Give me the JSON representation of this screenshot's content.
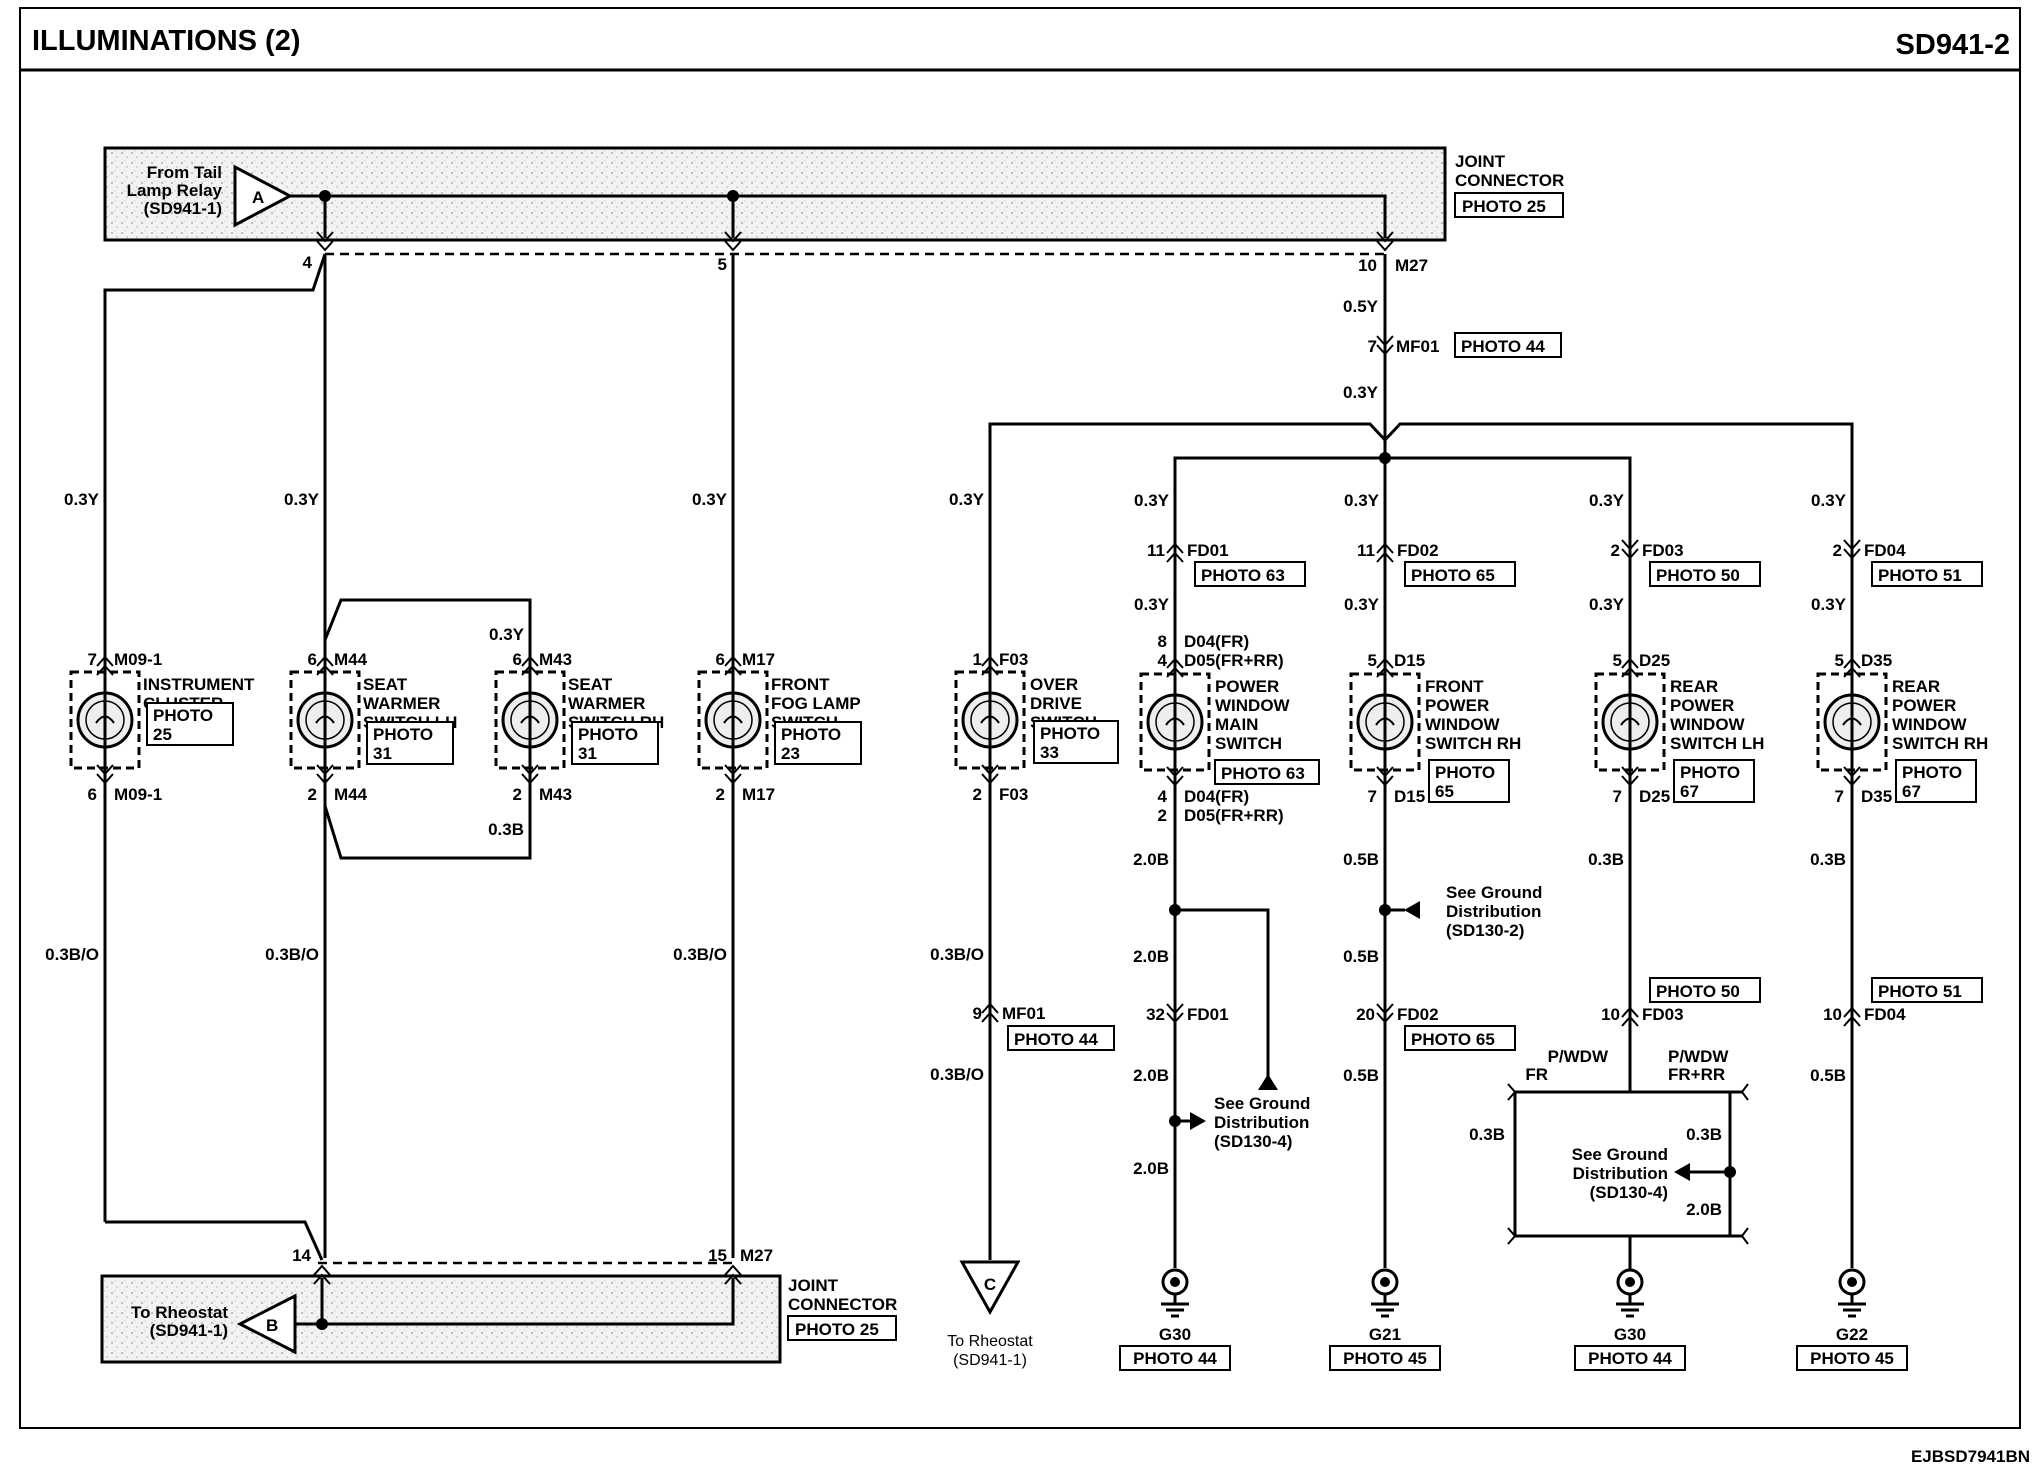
{
  "header": {
    "title": "ILLUMINATIONS (2)",
    "code": "SD941-2"
  },
  "footer": {
    "image_code": "EJBSD7941BN"
  },
  "top_bar": {
    "source_lines": [
      "From Tail",
      "Lamp Relay",
      "(SD941-1)"
    ],
    "connector_letter": "A",
    "joint_lines": [
      "JOINT",
      "CONNECTOR"
    ],
    "photo": "PHOTO 25",
    "pin_left": "4",
    "pin_mid": "5",
    "pin_right": "10",
    "connector_id": "M27"
  },
  "bottom_bar": {
    "dest_lines": [
      "To Rheostat",
      "(SD941-1)"
    ],
    "connector_letter": "B",
    "joint_lines": [
      "JOINT",
      "CONNECTOR"
    ],
    "photo": "PHOTO 25",
    "pin_left": "14",
    "pin_right": "15",
    "connector_id": "M27"
  },
  "trunk": {
    "wire_1": "0.5Y",
    "mf01_pin": "7",
    "mf01_id": "MF01",
    "mf01_photo": "PHOTO 44",
    "wire_2": "0.3Y"
  },
  "left_components": [
    {
      "name_lines": [
        "INSTRUMENT",
        "CLUSTER"
      ],
      "photo_lines": [
        "PHOTO",
        "25"
      ],
      "in_pin": "7",
      "in_conn": "M09-1",
      "out_pin": "6",
      "out_conn": "M09-1",
      "wire_in": "0.3Y",
      "wire_out": "0.3B/O"
    },
    {
      "name_lines": [
        "SEAT",
        "WARMER",
        "SWITCH LH"
      ],
      "photo_lines": [
        "PHOTO",
        "31"
      ],
      "in_pin": "6",
      "in_conn": "M44",
      "out_pin": "2",
      "out_conn": "M44",
      "wire_in": "0.3Y",
      "wire_out": "0.3B/O"
    },
    {
      "name_lines": [
        "SEAT",
        "WARMER",
        "SWITCH RH"
      ],
      "photo_lines": [
        "PHOTO",
        "31"
      ],
      "in_pin": "6",
      "in_conn": "M43",
      "out_pin": "2",
      "out_conn": "M43",
      "wire_in": "0.3Y",
      "wire_out": "0.3B"
    },
    {
      "name_lines": [
        "FRONT",
        "FOG LAMP",
        "SWITCH"
      ],
      "photo_lines": [
        "PHOTO",
        "23"
      ],
      "in_pin": "6",
      "in_conn": "M17",
      "out_pin": "2",
      "out_conn": "M17",
      "wire_in": "0.3Y",
      "wire_out": "0.3B/O"
    }
  ],
  "overdrive": {
    "name_lines": [
      "OVER",
      "DRIVE",
      "SWITCH"
    ],
    "photo_lines": [
      "PHOTO",
      "33"
    ],
    "wire_in": "0.3Y",
    "in_pin": "1",
    "in_conn": "F03",
    "out_pin": "2",
    "out_conn": "F03",
    "wire_out_1": "0.3B/O",
    "mf_pin": "9",
    "mf_id": "MF01",
    "mf_photo": "PHOTO 44",
    "wire_out_2": "0.3B/O",
    "dest_letter": "C",
    "dest_lines": [
      "To Rheostat",
      "(SD941-1)"
    ]
  },
  "door_components": [
    {
      "wire_a": "0.3Y",
      "fd_pin": "11",
      "fd_id": "FD01",
      "fd_photo": "PHOTO 63",
      "wire_b": "0.3Y",
      "in_pins": [
        "8",
        "4"
      ],
      "in_conns": [
        "D04(FR)",
        "D05(FR+RR)"
      ],
      "name_lines": [
        "POWER",
        "WINDOW",
        "MAIN",
        "SWITCH"
      ],
      "photo_lines": [
        "PHOTO 63"
      ],
      "out_pins": [
        "4",
        "2"
      ],
      "out_conns": [
        "D04(FR)",
        "D05(FR+RR)"
      ],
      "wire_c": "2.0B",
      "wire_d": "2.0B",
      "fd2_pin": "32",
      "fd2_id": "FD01",
      "fd2_photo": "",
      "wire_e": "2.0B",
      "wire_f": "2.0B",
      "ground": "G30",
      "ground_photo": "PHOTO 44"
    },
    {
      "wire_a": "0.3Y",
      "fd_pin": "11",
      "fd_id": "FD02",
      "fd_photo": "PHOTO 65",
      "wire_b": "0.3Y",
      "in_pins": [
        "5"
      ],
      "in_conns": [
        "D15"
      ],
      "name_lines": [
        "FRONT",
        "POWER",
        "WINDOW",
        "SWITCH RH"
      ],
      "photo_lines": [
        "PHOTO",
        "65"
      ],
      "out_pins": [
        "7"
      ],
      "out_conns": [
        "D15"
      ],
      "wire_c": "0.5B",
      "wire_d": "0.5B",
      "fd2_pin": "20",
      "fd2_id": "FD02",
      "fd2_photo": "PHOTO 65",
      "wire_e": "0.5B",
      "wire_f": "",
      "ground": "G21",
      "ground_photo": "PHOTO 45"
    },
    {
      "wire_a": "0.3Y",
      "fd_pin": "2",
      "fd_id": "FD03",
      "fd_photo": "PHOTO 50",
      "wire_b": "0.3Y",
      "in_pins": [
        "5"
      ],
      "in_conns": [
        "D25"
      ],
      "name_lines": [
        "REAR",
        "POWER",
        "WINDOW",
        "SWITCH LH"
      ],
      "photo_lines": [
        "PHOTO",
        "67"
      ],
      "out_pins": [
        "7"
      ],
      "out_conns": [
        "D25"
      ],
      "wire_c": "0.3B",
      "wire_d": "",
      "fd2_pin": "10",
      "fd2_id": "FD03",
      "fd2_photo": "PHOTO 50",
      "wire_e": "",
      "wire_f": "",
      "ground": "G30",
      "ground_photo": "PHOTO 44"
    },
    {
      "wire_a": "0.3Y",
      "fd_pin": "2",
      "fd_id": "FD04",
      "fd_photo": "PHOTO 51",
      "wire_b": "0.3Y",
      "in_pins": [
        "5"
      ],
      "in_conns": [
        "D35"
      ],
      "name_lines": [
        "REAR",
        "POWER",
        "WINDOW",
        "SWITCH RH"
      ],
      "photo_lines": [
        "PHOTO",
        "67"
      ],
      "out_pins": [
        "7"
      ],
      "out_conns": [
        "D35"
      ],
      "wire_c": "0.3B",
      "wire_d": "",
      "fd2_pin": "10",
      "fd2_id": "FD04",
      "fd2_photo": "PHOTO 51",
      "wire_e": "0.5B",
      "wire_f": "",
      "ground": "G22",
      "ground_photo": "PHOTO 45"
    }
  ],
  "ground_notes": {
    "pwm": [
      "See Ground",
      "Distribution",
      "(SD130-4)"
    ],
    "front_rh": [
      "See Ground",
      "Distribution",
      "(SD130-2)"
    ],
    "rear": [
      "See Ground",
      "Distribution",
      "(SD130-4)"
    ]
  },
  "rear_split": {
    "label_fr": [
      "P/WDW",
      "FR"
    ],
    "label_frrr": [
      "P/WDW",
      "FR+RR"
    ],
    "wire_left": "0.3B",
    "wire_right_top": "0.3B",
    "wire_right_bottom": "2.0B"
  }
}
